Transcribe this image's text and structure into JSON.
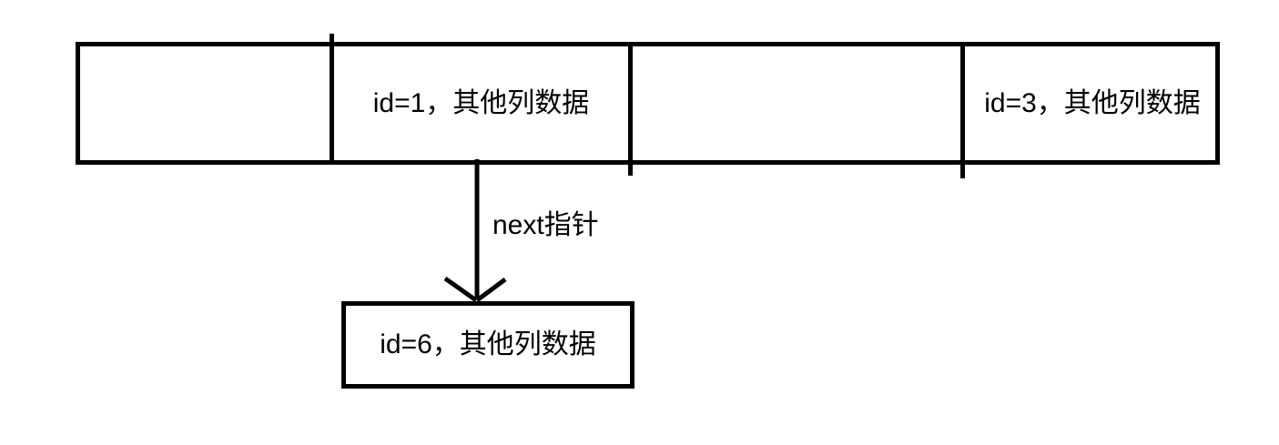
{
  "diagram": {
    "page_row": {
      "cells": [
        {
          "text": ""
        },
        {
          "text": "id=1，其他列数据"
        },
        {
          "text": ""
        },
        {
          "text": "id=3，其他列数据"
        }
      ]
    },
    "arrow": {
      "label": "next指针"
    },
    "linked_node": {
      "text": "id=6，其他列数据"
    },
    "colors": {
      "line": "#000000",
      "text": "#000000",
      "background": "#ffffff"
    }
  }
}
